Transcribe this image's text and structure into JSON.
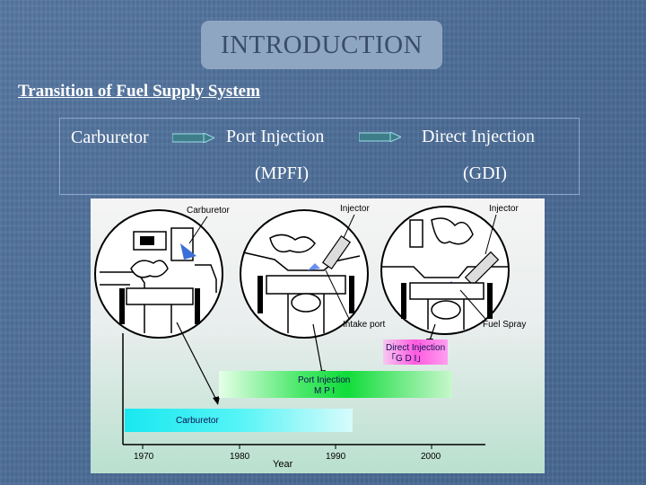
{
  "slide": {
    "title": "INTRODUCTION",
    "subtitle": "Transition of Fuel Supply System"
  },
  "flow": {
    "stages": [
      {
        "name": "Carburetor",
        "abbr": ""
      },
      {
        "name": "Port Injection",
        "abbr": "(MPFI)"
      },
      {
        "name": "Direct Injection",
        "abbr": "(GDI)"
      }
    ]
  },
  "figure": {
    "callouts": {
      "carburetor": "Carburetor",
      "injector_port": "Injector",
      "injector_direct": "Injector",
      "intake_port": "Intake port",
      "fuel_spray": "Fuel Spray"
    },
    "bars": {
      "direct_line1": "Direct Injection",
      "direct_line2": "「G D I」",
      "port_line1": "Port Injection",
      "port_line2": "M P I",
      "carburetor": "Carburetor"
    },
    "axis": {
      "label": "Year",
      "ticks": [
        "1970",
        "1980",
        "1990",
        "2000"
      ]
    }
  },
  "colors": {
    "background": "#4d6f9a",
    "title_box": "#8fa6c2",
    "title_text": "#394d6a",
    "direct_bar": "#ff80e8",
    "port_bar": "#22e24a",
    "carburetor_bar": "#33f0f0"
  }
}
